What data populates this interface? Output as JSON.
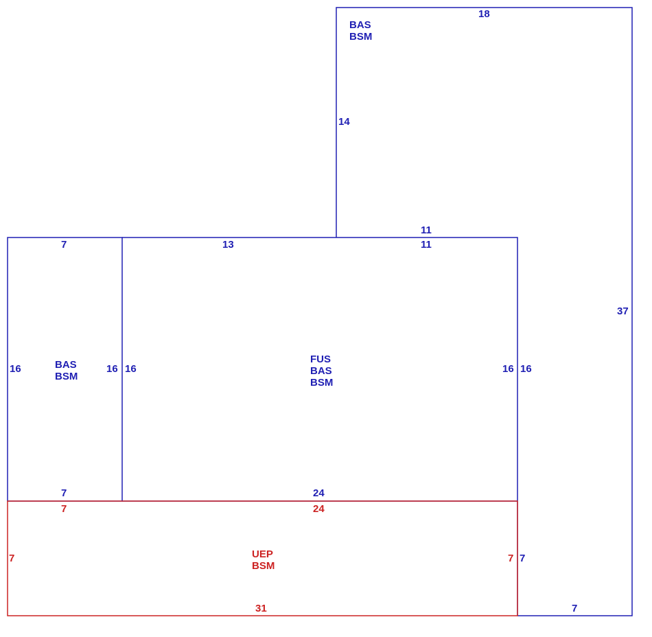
{
  "colors": {
    "main": "#1f1fb3",
    "porch": "#cc2222"
  },
  "areas": {
    "upper_right": {
      "line1": "BAS",
      "line2": "BSM"
    },
    "left": {
      "line1": "BAS",
      "line2": "BSM"
    },
    "center": {
      "line1": "FUS",
      "line2": "BAS",
      "line3": "BSM"
    },
    "porch": {
      "line1": "UEP",
      "line2": "BSM"
    }
  },
  "dimensions": {
    "upper_top": "18",
    "upper_left": "14",
    "upper_bottom": "11",
    "right_long": "37",
    "right_bottom": "7",
    "right_inner": "16",
    "right_porch": "7",
    "left_top": "7",
    "left_left": "16",
    "left_right": "16",
    "left_bottom": "7",
    "center_top_left": "13",
    "center_top_right": "11",
    "center_left": "16",
    "center_right": "16",
    "center_bottom": "24",
    "porch_top_left": "7",
    "porch_top": "24",
    "porch_left": "7",
    "porch_right": "7",
    "porch_bottom": "31"
  }
}
